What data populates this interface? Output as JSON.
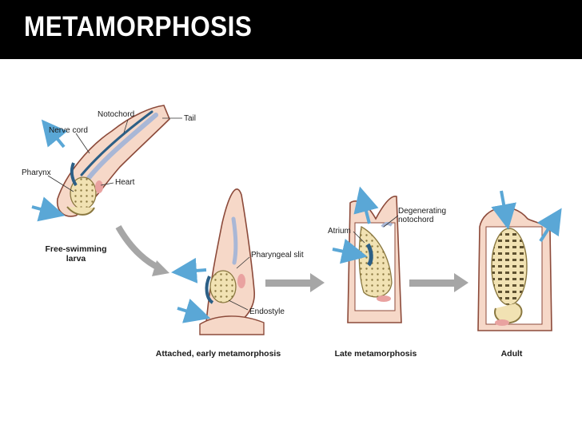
{
  "title": "METAMORPHOSIS",
  "labels": {
    "notochord": "Notochord",
    "tail": "Tail",
    "nerve_cord": "Nerve cord",
    "pharynx": "Pharynx",
    "heart": "Heart",
    "pharyngeal_slit": "Pharyngeal slit",
    "endostyle": "Endostyle",
    "degenerating_notochord_line1": "Degenerating",
    "degenerating_notochord_line2": "notochord",
    "atrium": "Atrium"
  },
  "stages": [
    {
      "line1": "Free-swimming",
      "line2": "larva"
    },
    {
      "line1": "Attached, early metamorphosis"
    },
    {
      "line1": "Late metamorphosis"
    },
    {
      "line1": "Adult"
    }
  ],
  "colors": {
    "tunic_fill": "#f6d8c8",
    "tunic_stroke": "#8c4a3a",
    "organ_fill": "#f1e2b3",
    "organ_stroke": "#8a7840",
    "notochord": "#a9b7d6",
    "nerve_cord": "#2c5f86",
    "heart": "#e9a2a0",
    "flow_arrow": "#5aa7d6",
    "stage_arrow": "#a6a6a6"
  }
}
